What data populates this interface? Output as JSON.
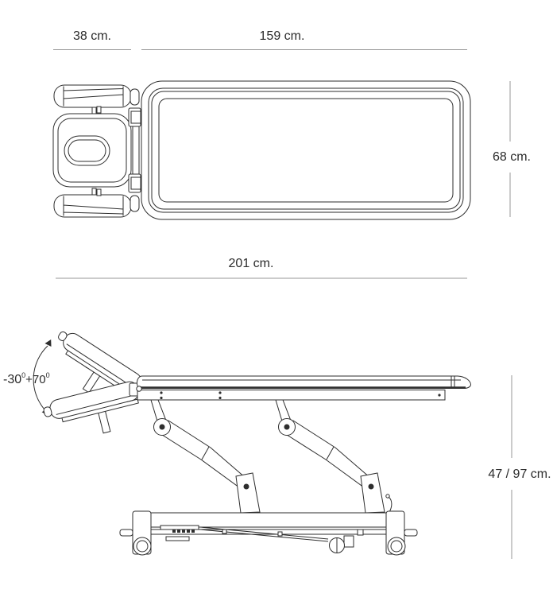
{
  "colors": {
    "background": "#ffffff",
    "drawing_line": "#2e2e2e",
    "dimension_line": "#979797",
    "text": "#2b2b2b"
  },
  "top_view": {
    "labels": {
      "head_section_length": "38 cm.",
      "main_section_length": "159 cm.",
      "table_width": "68 cm.",
      "total_length": "201 cm."
    }
  },
  "side_view": {
    "labels": {
      "tilt_negative": "-30",
      "tilt_negative_sup": "0",
      "tilt_positive": "+70",
      "tilt_positive_sup": "0",
      "height_range": "47 / 97 cm."
    }
  }
}
